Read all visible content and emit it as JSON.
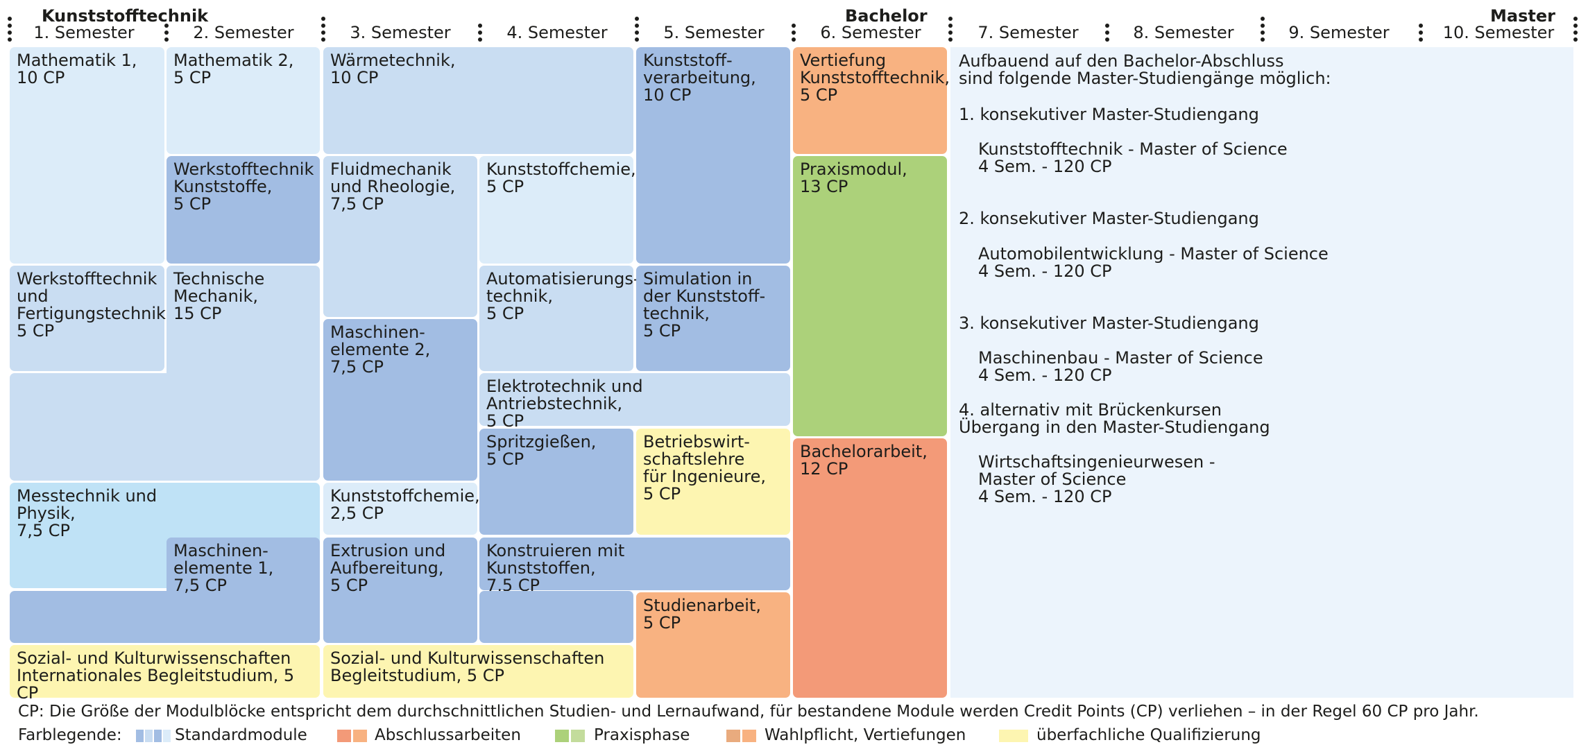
{
  "header": {
    "programs": {
      "bachelor_sub": "Kunststofftechnik",
      "bachelor": "Bachelor",
      "master": "Master"
    },
    "semesters": [
      "1. Semester",
      "2. Semester",
      "3. Semester",
      "4. Semester",
      "5. Semester",
      "6. Semester",
      "7. Semester",
      "8. Semester",
      "9. Semester",
      "10. Semester"
    ]
  },
  "modules": {
    "mathematik1": "Mathematik 1,\n10 CP",
    "mathematik2": "Mathematik 2,\n5 CP",
    "waermetechnik": "Wärmetechnik,\n10 CP",
    "kunststoffverarbeitung": "Kunststoff-\nverarbeitung,\n10 CP",
    "vertiefung": "Vertiefung\nKunststofftechnik,\n5 CP",
    "werkstofftechnik_kunststoffe": "Werkstofftechnik\nKunststoffe,\n5 CP",
    "fluidmechanik": "Fluidmechanik\nund Rheologie,\n7,5 CP",
    "kunststoffchemie5": "Kunststoffchemie,\n5 CP",
    "praxismodul": "Praxismodul,\n13 CP",
    "werkstofftechnik_fertigung": "Werkstofftechnik\nund\nFertigungstechnik,\n5 CP",
    "technische_mechanik": "Technische\nMechanik,\n15 CP",
    "automatisierungstechnik": "Automatisierungs-\ntechnik,\n5 CP",
    "simulation": "Simulation in\nder Kunststoff-\ntechnik,\n5 CP",
    "maschinenelemente2": "Maschinen-\nelemente 2,\n7,5 CP",
    "elektrotechnik": "Elektrotechnik und Antriebstechnik,\n5 CP",
    "spritzgiessen": "Spritzgießen,\n5 CP",
    "bwl": "Betriebswirt-\nschaftslehre\nfür Ingenieure,\n5 CP",
    "bachelorarbeit": "Bachelorarbeit,\n12 CP",
    "messtechnik": "Messtechnik und\nPhysik,\n7,5 CP",
    "kunststoffchemie25": "Kunststoffchemie,\n2,5 CP",
    "maschinenelemente1": "Maschinen-\nelemente 1,\n7,5 CP",
    "extrusion": "Extrusion und\nAufbereitung,\n5 CP",
    "konstruieren": "Konstruieren mit\nKunststoffen,\n7,5 CP",
    "studienarbeit": "Studienarbeit,\n5 CP",
    "sozial_intl": "Sozial- und Kulturwissenschaften\nInternationales Begleitstudium, 5 CP",
    "sozial": "Sozial- und Kulturwissenschaften\nBegleitstudium, 5 CP"
  },
  "master_panel": {
    "intro": "Aufbauend auf den Bachelor-Abschluss\nsind folgende Master-Studiengänge möglich:",
    "option1_title": "1.  konsekutiver Master-Studiengang",
    "option1_body": "Kunststofftechnik - Master of Science\n4 Sem. - 120 CP",
    "option2_title": "2.  konsekutiver Master-Studiengang",
    "option2_body": "Automobilentwicklung - Master of Science\n4 Sem. - 120 CP",
    "option3_title": "3.  konsekutiver Master-Studiengang",
    "option3_body": "Maschinenbau - Master of Science\n4 Sem. - 120 CP",
    "option4_title": "4.  alternativ mit Brückenkursen\n     Übergang in den Master-Studiengang",
    "option4_body": "Wirtschaftsingenieurwesen -\nMaster of Science\n4 Sem. - 120 CP"
  },
  "footer": {
    "note": "CP: Die Größe der Modulblöcke entspricht dem durchschnittlichen Studien- und Lernaufwand, für bestandene Module werden Credit Points (CP) verliehen – in der Regel 60 CP pro Jahr.",
    "legend_label": "Farblegende:",
    "legend": [
      "Standardmodule",
      "Abschlussarbeiten",
      "Praxisphase",
      "Wahlpflicht, Vertiefungen",
      "überfachliche Qualifizierung"
    ]
  },
  "colors": {
    "standard_light": "#dcecf9",
    "standard_mid": "#c9ddf2",
    "standard_dark": "#a2bde3",
    "thesis": "#f39a78",
    "elective": "#f8b281",
    "practice": "#acd17a",
    "general": "#fdf5b1",
    "master_bg": "#ecf4fc"
  }
}
